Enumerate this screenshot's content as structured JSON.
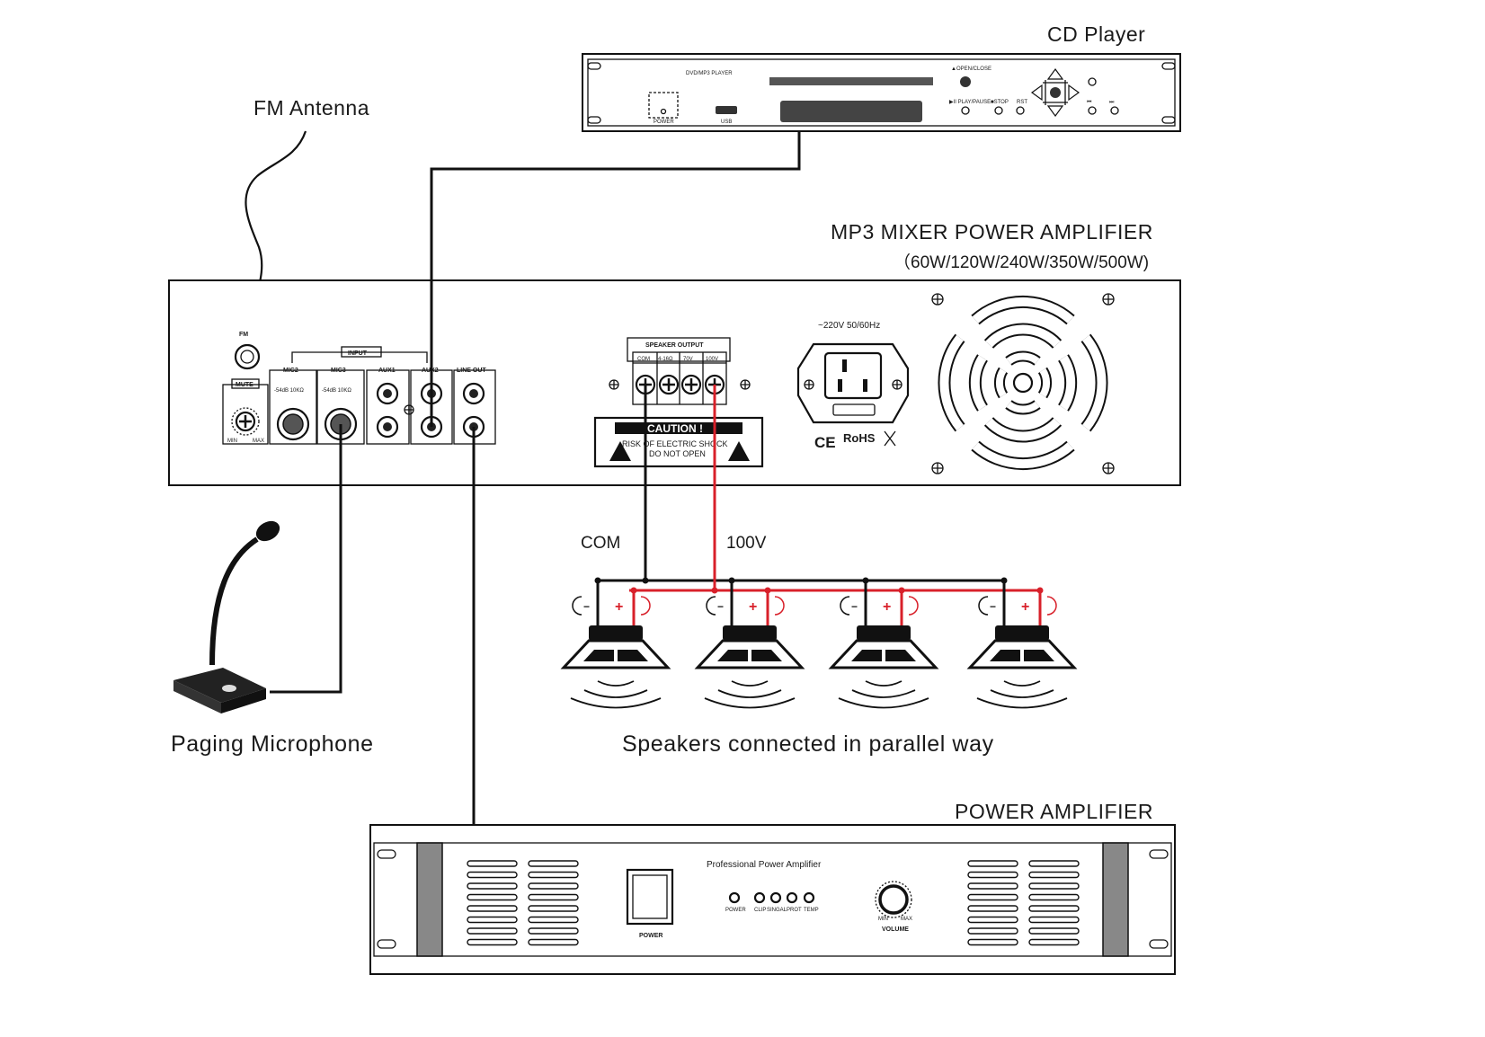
{
  "labels": {
    "cd_player": "CD Player",
    "fm_antenna": "FM Antenna",
    "mixer_title": "MP3 MIXER POWER AMPLIFIER",
    "mixer_watts": "（60W/120W/240W/350W/500W)",
    "com": "COM",
    "v100": "100V",
    "paging_mic": "Paging Microphone",
    "speakers": "Speakers connected in parallel way",
    "power_amp": "POWER AMPLIFIER"
  },
  "cd_panel": {
    "model": "DVD/MP3 PLAYER",
    "power": "POWER",
    "usb": "USB",
    "open_close": "▲OPEN/CLOSE",
    "play_pause": "▶II PLAY/PAUSE",
    "stop": "■STOP",
    "rst": "RST"
  },
  "mixer_panel": {
    "fm": "FM",
    "input": "INPUT",
    "mute": "MUTE",
    "mic2": "MIC2",
    "mic3": "MIC3",
    "aux1": "AUX1",
    "aux2": "AUX2",
    "line_out": "LINE OUT",
    "mic_spec": "-54dB  10KΩ",
    "min": "MIN",
    "max": "MAX",
    "speaker_output": "SPEAKER OUTPUT",
    "terminals": [
      "COM",
      "4-16Ω",
      "70V",
      "100V"
    ],
    "caution": "CAUTION !",
    "risk": "RISK OF ELECTRIC SHOCK",
    "do_not_open": "DO NOT OPEN",
    "mains": "~220V 50/60Hz",
    "ce": "CE",
    "rohs": "RoHS"
  },
  "power_amp_panel": {
    "title": "Professional Power Amplifier",
    "power": "POWER",
    "leds": [
      "POWER",
      "CLIP",
      "SINGAL",
      "PROT",
      "TEMP"
    ],
    "volume": "VOLUME",
    "min": "MIN",
    "max": "MAX"
  },
  "speakers": [
    {
      "minus": "−",
      "plus": "+"
    },
    {
      "minus": "−",
      "plus": "+"
    },
    {
      "minus": "−",
      "plus": "+"
    },
    {
      "minus": "−",
      "plus": "+"
    }
  ],
  "colors": {
    "line": "#111111",
    "hot_wire": "#d8202a",
    "background": "#ffffff"
  }
}
